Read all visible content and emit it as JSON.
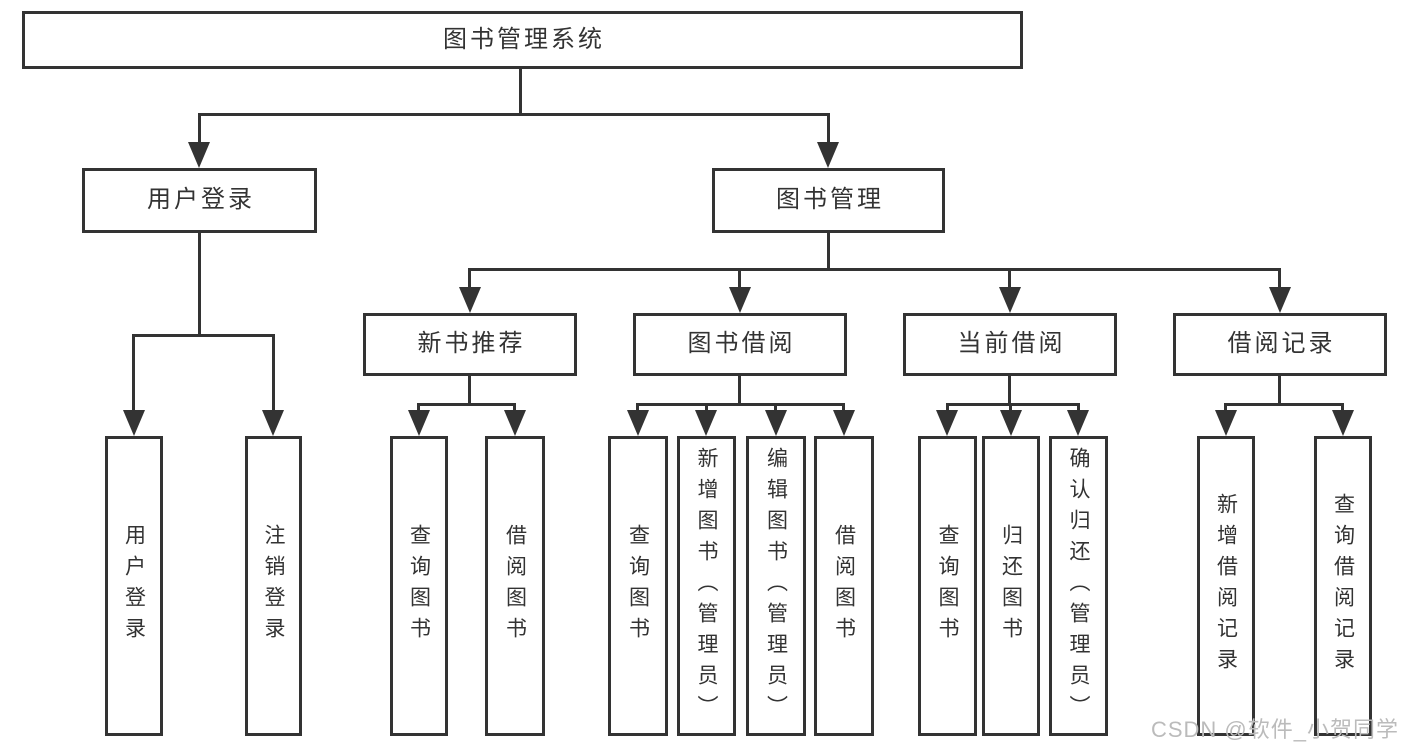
{
  "colors": {
    "line": "#333333",
    "text": "#333333",
    "watermark": "#bbbbbb",
    "background": "#ffffff"
  },
  "diagram": {
    "root": {
      "label": "图书管理系统"
    },
    "level2": [
      {
        "label": "用户登录"
      },
      {
        "label": "图书管理"
      }
    ],
    "level3": [
      {
        "label": "新书推荐",
        "parent": "图书管理"
      },
      {
        "label": "图书借阅",
        "parent": "图书管理"
      },
      {
        "label": "当前借阅",
        "parent": "图书管理"
      },
      {
        "label": "借阅记录",
        "parent": "图书管理"
      }
    ],
    "leaves": [
      {
        "label": "用户登录",
        "parent": "用户登录"
      },
      {
        "label": "注销登录",
        "parent": "用户登录"
      },
      {
        "label": "查询图书",
        "parent": "新书推荐"
      },
      {
        "label": "借阅图书",
        "parent": "新书推荐"
      },
      {
        "label": "查询图书",
        "parent": "图书借阅"
      },
      {
        "label": "新增图书（管理员）",
        "parent": "图书借阅"
      },
      {
        "label": "编辑图书（管理员）",
        "parent": "图书借阅"
      },
      {
        "label": "借阅图书",
        "parent": "图书借阅"
      },
      {
        "label": "查询图书",
        "parent": "当前借阅"
      },
      {
        "label": "归还图书",
        "parent": "当前借阅"
      },
      {
        "label": "确认归还（管理员）",
        "parent": "当前借阅"
      },
      {
        "label": "新增借阅记录",
        "parent": "借阅记录"
      },
      {
        "label": "查询借阅记录",
        "parent": "借阅记录"
      }
    ]
  },
  "watermark": {
    "text": "CSDN @软件_小贺同学"
  }
}
